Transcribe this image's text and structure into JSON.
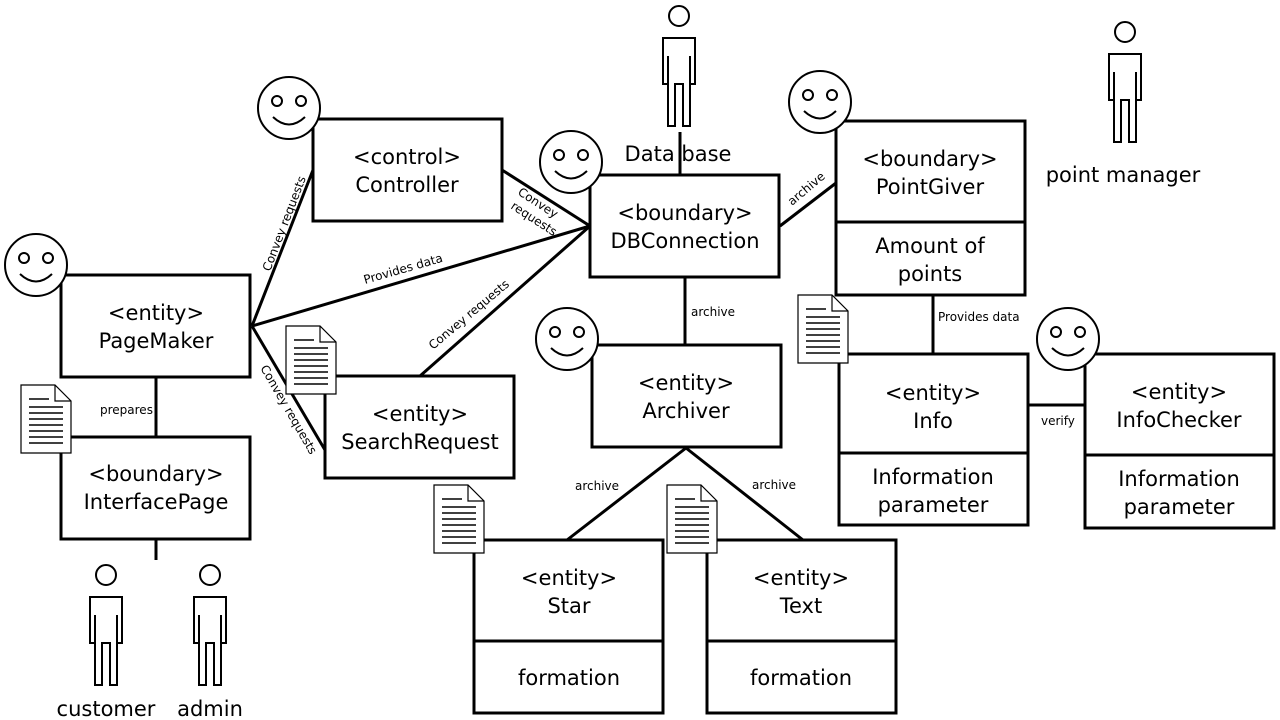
{
  "classes": {
    "controller": {
      "stereotype": "<control>",
      "name": "Controller"
    },
    "pagemaker": {
      "stereotype": "<entity>",
      "name": "PageMaker"
    },
    "interfacepage": {
      "stereotype": "<boundary>",
      "name": "InterfacePage"
    },
    "searchrequest": {
      "stereotype": "<entity>",
      "name": "SearchRequest"
    },
    "dbconnection": {
      "stereotype": "<boundary>",
      "name": "DBConnection"
    },
    "archiver": {
      "stereotype": "<entity>",
      "name": "Archiver"
    },
    "star": {
      "stereotype": "<entity>",
      "name": "Star",
      "attribute": "formation"
    },
    "text": {
      "stereotype": "<entity>",
      "name": "Text",
      "attribute": "formation"
    },
    "pointgiver": {
      "stereotype": "<boundary>",
      "name": "PointGiver",
      "attribute_line1": "Amount of",
      "attribute_line2": "points"
    },
    "info": {
      "stereotype": "<entity>",
      "name": "Info",
      "attribute_line1": "Information",
      "attribute_line2": "parameter"
    },
    "infochecker": {
      "stereotype": "<entity>",
      "name": "InfoChecker",
      "attribute_line1": "Information",
      "attribute_line2": "parameter"
    }
  },
  "actors": {
    "database": "Data base",
    "point_manager": "point manager",
    "customer": "customer",
    "admin": "admin"
  },
  "associations": {
    "pagemaker_controller": "Convey requests",
    "controller_dbconnection_line1": "Convey",
    "controller_dbconnection_line2": "requests",
    "pagemaker_dbconnection": "Provides data",
    "searchrequest_dbconnection": "Convey requests",
    "pagemaker_searchrequest": "Convey requests",
    "pagemaker_interfacepage": "prepares",
    "dbconnection_pointgiver": "archive",
    "dbconnection_archiver": "archive",
    "archiver_star": "archive",
    "archiver_text": "archive",
    "pointgiver_info": "Provides data",
    "info_infochecker": "verify"
  }
}
